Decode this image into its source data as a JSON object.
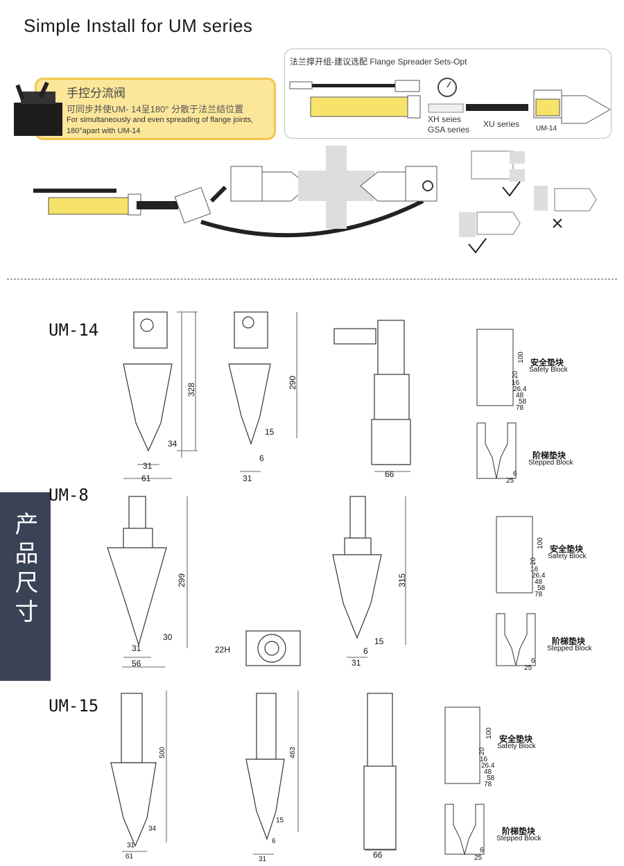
{
  "header": {
    "title": "Simple Install for UM series"
  },
  "valve": {
    "title_cn": "手控分流阀",
    "desc_cn": "可同步并使UM- 14呈180° 分散于法兰结位置",
    "desc_en_1": "For simultaneously and even spreading of flange joints,",
    "desc_en_2": "180°apart with UM-14"
  },
  "optional": {
    "title": "法兰撑开组-建议选配 Flange Spreader Sets-Opt",
    "xh": "XH seies",
    "gsa": "GSA series",
    "xu": "XU series",
    "um14": "UM-14"
  },
  "side_tab": {
    "label": "产品尺寸"
  },
  "models": {
    "um14": {
      "name": "UM-14",
      "d328": "328",
      "d290": "290",
      "d34": "34",
      "d15": "15",
      "d6": "6",
      "d31a": "31",
      "d61": "61",
      "d31b": "31",
      "d66": "66"
    },
    "um8": {
      "name": "UM-8",
      "d299": "299",
      "d315": "315",
      "d30": "30",
      "d31a": "31",
      "d56": "56",
      "d22h": "22H",
      "d15": "15",
      "d6": "6",
      "d31b": "31"
    },
    "um15": {
      "name": "UM-15",
      "d500": "500",
      "d463": "463",
      "d34": "34",
      "d15": "15",
      "d6": "6",
      "d31a": "31",
      "d61": "61",
      "d31b": "31",
      "d66": "66"
    }
  },
  "blocks": {
    "safety_cn": "安全垫块",
    "safety_en": "Safety Block",
    "stepped_cn": "阶梯垫块",
    "stepped_en": "Stepped Block",
    "v100": "100",
    "v20": "20",
    "v16": "16",
    "v264": "26.4",
    "v48": "48",
    "v58": "58",
    "v78": "78",
    "v6": "6",
    "v25": "25"
  },
  "colors": {
    "accent_yellow": "#f7e36a",
    "tab_bg": "#3a4256"
  }
}
